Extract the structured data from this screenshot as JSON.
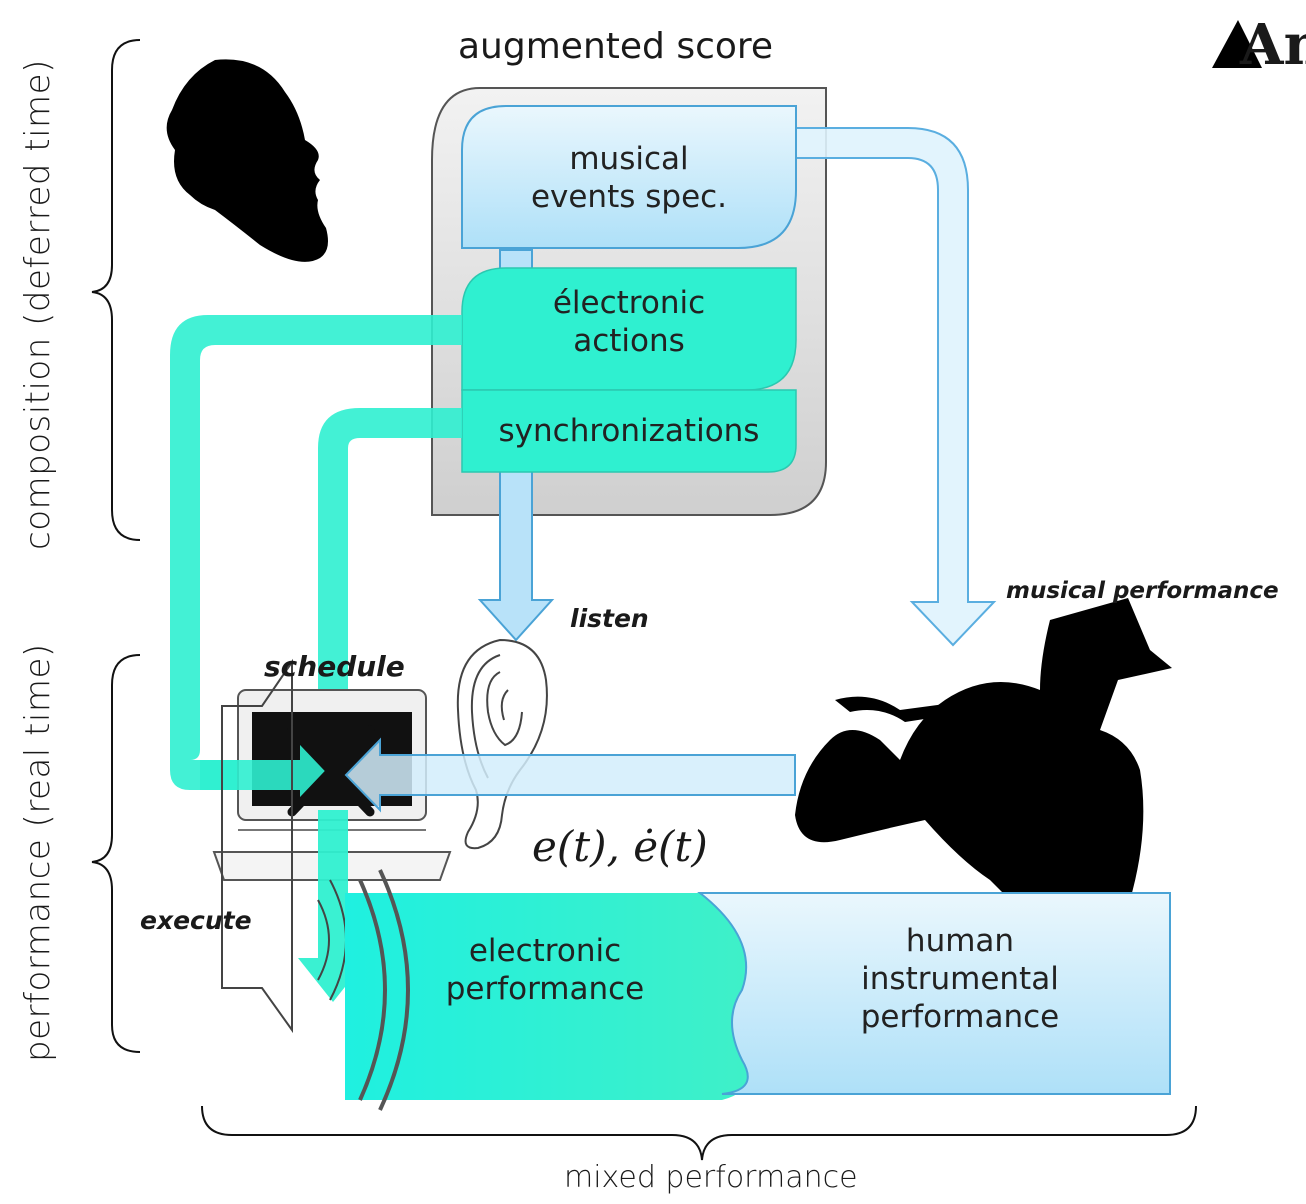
{
  "title": "augmented score",
  "score": {
    "musical_events": [
      "musical",
      "events spec."
    ],
    "electronic_actions": [
      "électronic",
      "actions"
    ],
    "synchronizations": "synchronizations"
  },
  "side_labels": {
    "composition": "composition (deferred time)",
    "performance": "performance (real time)"
  },
  "action_labels": {
    "listen": "listen",
    "schedule": "schedule",
    "execute": "execute",
    "musical_performance": "musical performance"
  },
  "equation": "e(t), ė(t)",
  "performance_boxes": {
    "electronic": [
      "electronic",
      "performance"
    ],
    "human": [
      "human",
      "instrumental",
      "performance"
    ]
  },
  "bottom_label": "mixed performance",
  "logo_text": "An",
  "colors": {
    "teal": "#2ff0d0",
    "light_blue": "#c9ecfb",
    "blue_border": "#4aa3d6",
    "score_gray": "#d9d9d9"
  },
  "icons": [
    "composer-silhouette-icon",
    "ear-icon",
    "laptop-icon",
    "speaker-icon",
    "saxophonist-silhouette-icon",
    "logo-icon"
  ]
}
